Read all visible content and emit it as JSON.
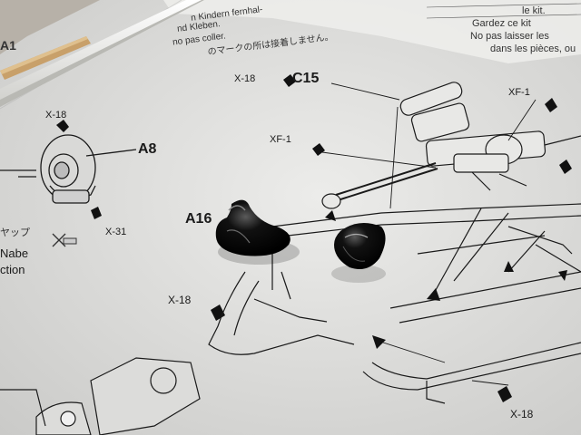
{
  "scene": {
    "description_labels": {
      "c15": "C15",
      "x18_top": "X-18",
      "xf1_right": "XF-1",
      "xf1_left": "XF-1",
      "x18_left_top": "X-18",
      "a8": "A8",
      "x31": "X-31",
      "a16": "A16",
      "x18_mid": "X-18",
      "x18_bottom": "X-18",
      "a1_partial": "A1",
      "jp_note": "のマークの所は接着しません。",
      "jp_note2": "ヤップ",
      "de_partial": "n Kindern fernhal-",
      "en_partial1": "nd Kleben.",
      "en_partial2": "no pas coller.",
      "nabe": "Nabe",
      "ction": "ction",
      "fr1": "le kit.",
      "fr2": "Gardez ce kit",
      "fr3": "No pas laisser les",
      "fr4": "dans les pièces, ou"
    },
    "colors": {
      "paper": "#e4e4e2",
      "ink": "#1a1a1a",
      "table": "#bdbdbd",
      "gloss_black": "#0a0a0a",
      "stick": "#f2f2ee",
      "wood": "#c8a06a"
    }
  }
}
